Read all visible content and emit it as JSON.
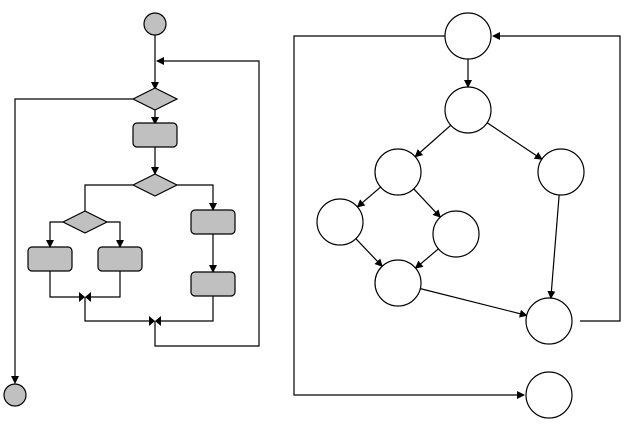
{
  "colors": {
    "background": "#ffffff",
    "stroke": "#000000",
    "node_fill": "#c0c0c0",
    "circle_fill": "#ffffff"
  },
  "activity_diagram": {
    "nodes": [
      {
        "id": "start",
        "type": "initial"
      },
      {
        "id": "d1",
        "type": "decision"
      },
      {
        "id": "a1",
        "type": "action"
      },
      {
        "id": "d2",
        "type": "decision"
      },
      {
        "id": "d3",
        "type": "decision"
      },
      {
        "id": "a2",
        "type": "action"
      },
      {
        "id": "a3",
        "type": "action"
      },
      {
        "id": "a4",
        "type": "action"
      },
      {
        "id": "a5",
        "type": "action"
      },
      {
        "id": "m1",
        "type": "merge"
      },
      {
        "id": "m2",
        "type": "merge"
      },
      {
        "id": "loop",
        "type": "merge"
      },
      {
        "id": "end",
        "type": "final"
      }
    ],
    "edges": [
      [
        "start",
        "loop"
      ],
      [
        "loop",
        "d1"
      ],
      [
        "d1",
        "a1"
      ],
      [
        "d1",
        "end"
      ],
      [
        "a1",
        "d2"
      ],
      [
        "d2",
        "d3"
      ],
      [
        "d2",
        "a4"
      ],
      [
        "d3",
        "a2"
      ],
      [
        "d3",
        "a3"
      ],
      [
        "a2",
        "m1"
      ],
      [
        "a3",
        "m1"
      ],
      [
        "a4",
        "a5"
      ],
      [
        "a5",
        "m2"
      ],
      [
        "m1",
        "m2"
      ],
      [
        "m2",
        "loop"
      ]
    ]
  },
  "flow_graph": {
    "nodes": [
      "n1",
      "n2",
      "n3",
      "n4",
      "n5",
      "n6",
      "n7",
      "n8",
      "n9"
    ],
    "edges": [
      [
        "n1",
        "n2"
      ],
      [
        "n2",
        "n3"
      ],
      [
        "n2",
        "n4"
      ],
      [
        "n3",
        "n5"
      ],
      [
        "n3",
        "n6"
      ],
      [
        "n5",
        "n7"
      ],
      [
        "n6",
        "n7"
      ],
      [
        "n4",
        "n8"
      ],
      [
        "n7",
        "n8"
      ],
      [
        "n8",
        "n1"
      ],
      [
        "n1",
        "n9"
      ]
    ]
  }
}
